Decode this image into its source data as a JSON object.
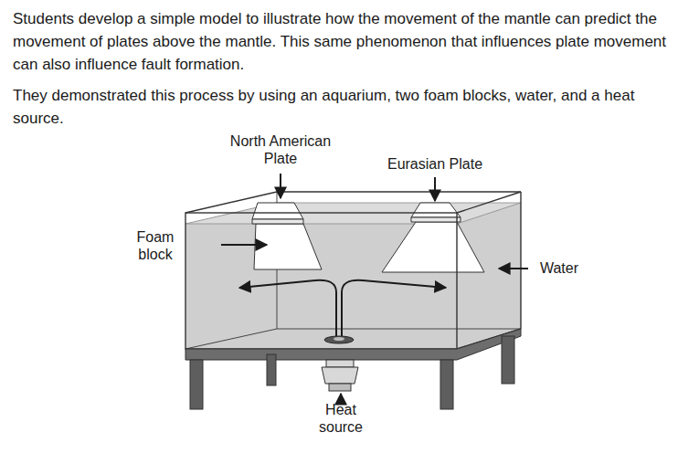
{
  "diagram": {
    "labels": [
      "Students develop a simple model to illustrate how the movement of the mantle can predict the movement of plates above the mantle. This same phenomenon that influences plate movement can also influence fault formation.",
      "They demonstrated this process by using an aquarium, two foam blocks, water, and a heat source.",
      "North American Plate",
      "Eurasian Plate",
      "Foam block",
      "Water",
      "Heat source"
    ]
  }
}
